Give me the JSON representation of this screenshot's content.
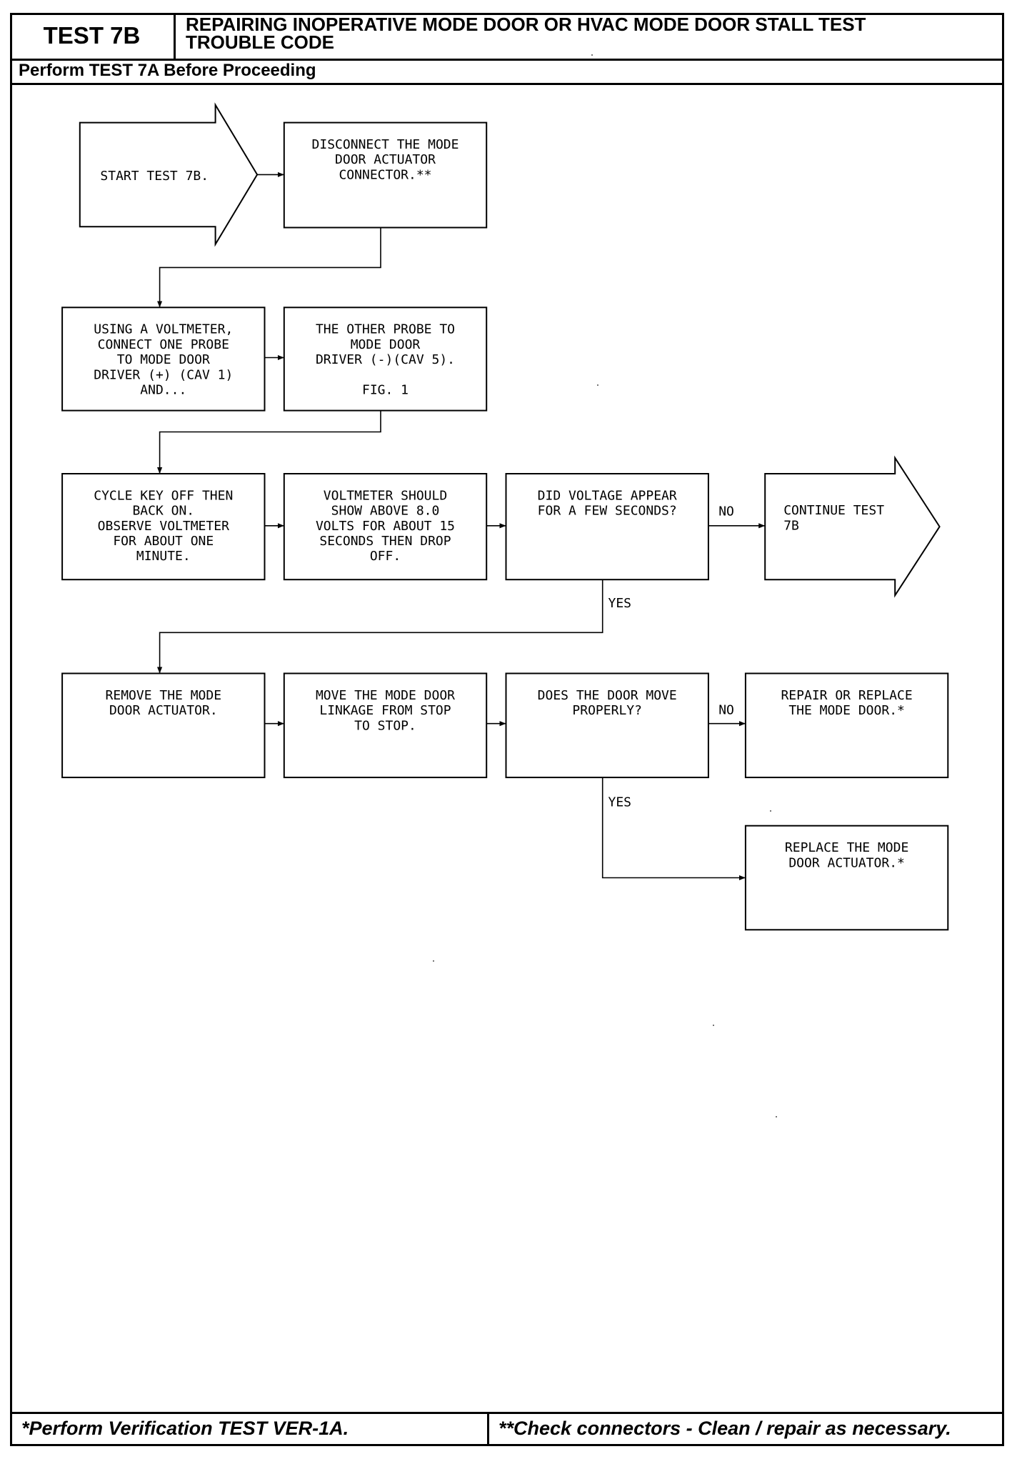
{
  "header": {
    "test_id": "TEST 7B",
    "title_line1": "REPAIRING INOPERATIVE MODE DOOR OR HVAC MODE DOOR STALL TEST",
    "title_line2": "TROUBLE CODE",
    "subheader": "Perform TEST 7A Before Proceeding"
  },
  "footer": {
    "left_note": "*Perform Verification TEST VER-1A.",
    "right_note": "**Check connectors - Clean / repair as necessary."
  },
  "flowchart": {
    "nodes": [
      {
        "id": "start",
        "lines": [
          "START TEST 7B."
        ]
      },
      {
        "id": "disconnect",
        "lines": [
          "DISCONNECT THE MODE",
          "DOOR ACTUATOR",
          "CONNECTOR.**"
        ]
      },
      {
        "id": "voltmeter",
        "lines": [
          "USING A VOLTMETER,",
          "CONNECT ONE PROBE",
          "TO MODE DOOR",
          "DRIVER (+) (CAV 1)",
          "AND..."
        ]
      },
      {
        "id": "other-probe",
        "lines": [
          "THE OTHER PROBE TO",
          "MODE DOOR",
          "DRIVER (-)(CAV 5).",
          "",
          "FIG. 1"
        ]
      },
      {
        "id": "cycle-key",
        "lines": [
          "CYCLE KEY OFF THEN",
          "BACK ON.",
          "OBSERVE VOLTMETER",
          "FOR ABOUT ONE",
          "MINUTE."
        ]
      },
      {
        "id": "voltmeter-should",
        "lines": [
          "VOLTMETER SHOULD",
          "SHOW ABOVE 8.0",
          "VOLTS FOR ABOUT 15",
          "SECONDS THEN DROP",
          "OFF."
        ]
      },
      {
        "id": "did-voltage",
        "lines": [
          "DID VOLTAGE APPEAR",
          "FOR A FEW SECONDS?"
        ]
      },
      {
        "id": "continue",
        "lines": [
          "CONTINUE TEST",
          "7B"
        ]
      },
      {
        "id": "remove-actuator",
        "lines": [
          "REMOVE THE MODE",
          "DOOR ACTUATOR."
        ]
      },
      {
        "id": "move-linkage",
        "lines": [
          "MOVE THE MODE DOOR",
          "LINKAGE FROM STOP",
          "TO STOP."
        ]
      },
      {
        "id": "door-move",
        "lines": [
          "DOES THE DOOR MOVE",
          "PROPERLY?"
        ]
      },
      {
        "id": "repair-door",
        "lines": [
          "REPAIR OR REPLACE",
          "THE MODE DOOR.*"
        ]
      },
      {
        "id": "replace-actuator",
        "lines": [
          "REPLACE THE MODE",
          "DOOR ACTUATOR.*"
        ]
      }
    ],
    "edges": [
      {
        "from": "start",
        "to": "disconnect",
        "label": ""
      },
      {
        "from": "disconnect",
        "to": "voltmeter",
        "label": ""
      },
      {
        "from": "voltmeter",
        "to": "other-probe",
        "label": ""
      },
      {
        "from": "other-probe",
        "to": "cycle-key",
        "label": ""
      },
      {
        "from": "cycle-key",
        "to": "voltmeter-should",
        "label": ""
      },
      {
        "from": "voltmeter-should",
        "to": "did-voltage",
        "label": ""
      },
      {
        "from": "did-voltage",
        "to": "continue",
        "label": "NO"
      },
      {
        "from": "did-voltage",
        "to": "remove-actuator",
        "label": "YES"
      },
      {
        "from": "remove-actuator",
        "to": "move-linkage",
        "label": ""
      },
      {
        "from": "move-linkage",
        "to": "door-move",
        "label": ""
      },
      {
        "from": "door-move",
        "to": "repair-door",
        "label": "NO"
      },
      {
        "from": "door-move",
        "to": "replace-actuator",
        "label": "YES"
      }
    ]
  }
}
